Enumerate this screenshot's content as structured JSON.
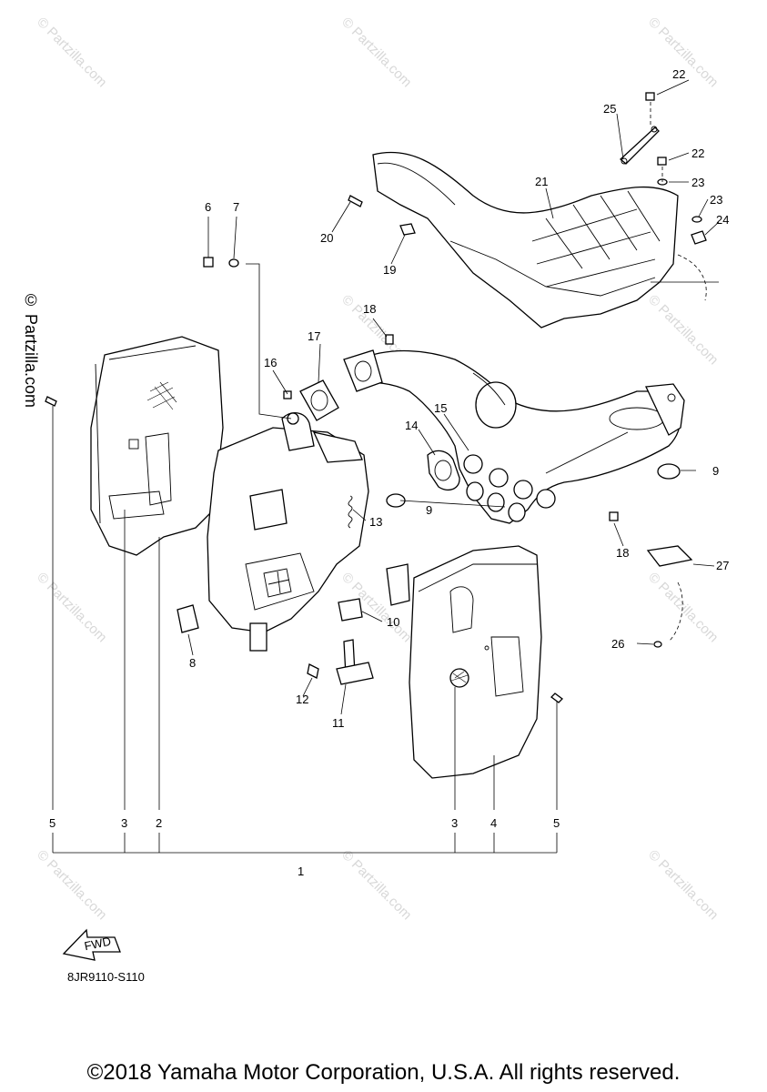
{
  "watermark": "© Partzilla.com",
  "side_watermark": "© Partzilla.com",
  "diagram_code": "8JR9110-S110",
  "fwd_label": "FWD",
  "copyright": "©2018 Yamaha Motor Corporation, U.S.A. All rights reserved.",
  "callouts": {
    "c1": "1",
    "c2": "2",
    "c3a": "3",
    "c3b": "3",
    "c4": "4",
    "c5a": "5",
    "c5b": "5",
    "c6": "6",
    "c7": "7",
    "c8": "8",
    "c9a": "9",
    "c9b": "9",
    "c10": "10",
    "c11": "11",
    "c12": "12",
    "c13": "13",
    "c14": "14",
    "c15": "15",
    "c16": "16",
    "c17": "17",
    "c18a": "18",
    "c18b": "18",
    "c19": "19",
    "c20": "20",
    "c21": "21",
    "c22a": "22",
    "c22b": "22",
    "c23a": "23",
    "c23b": "23",
    "c24": "24",
    "c25": "25",
    "c26": "26",
    "c27": "27"
  }
}
